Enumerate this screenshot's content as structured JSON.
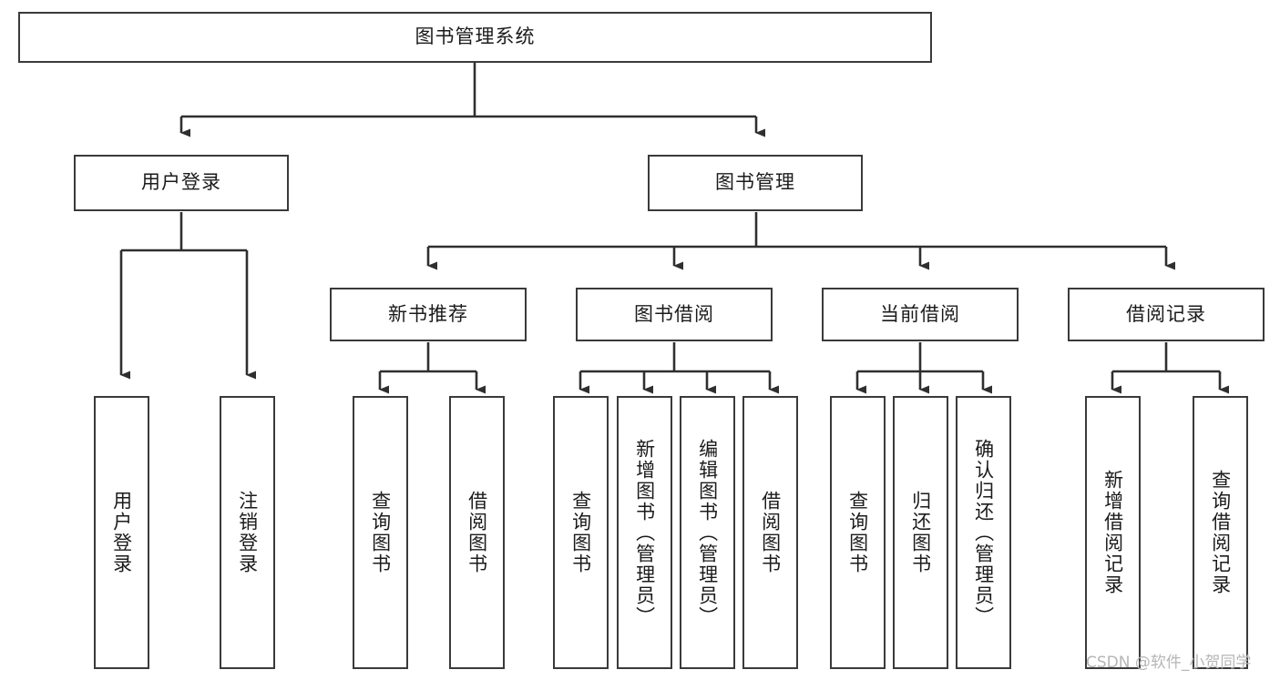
{
  "diagram": {
    "title": "图书管理系统",
    "type": "tree-hierarchy-chart",
    "colors": {
      "box_border": "#3a3a3a",
      "box_fill": "#ffffff",
      "connector": "#2f2f2f",
      "text": "#1b1b1b",
      "watermark": "#b6b6b6",
      "background": "#ffffff"
    },
    "root": {
      "id": "root",
      "label": "图书管理系统",
      "orientation": "horizontal"
    },
    "level2": [
      {
        "id": "user-login",
        "label": "用户登录",
        "orientation": "horizontal"
      },
      {
        "id": "book-management",
        "label": "图书管理",
        "orientation": "horizontal"
      }
    ],
    "level3": [
      {
        "id": "new-book-recommend",
        "label": "新书推荐",
        "orientation": "horizontal"
      },
      {
        "id": "book-borrow",
        "label": "图书借阅",
        "orientation": "horizontal"
      },
      {
        "id": "current-borrow",
        "label": "当前借阅",
        "orientation": "horizontal"
      },
      {
        "id": "borrow-record",
        "label": "借阅记录",
        "orientation": "horizontal"
      }
    ],
    "leaves": {
      "user_login": [
        {
          "id": "leaf-user-login",
          "label": "用户登录"
        },
        {
          "id": "leaf-logout-login",
          "label": "注销登录"
        }
      ],
      "new_book_recommend": [
        {
          "id": "leaf-query-book-1",
          "label": "查询图书"
        },
        {
          "id": "leaf-borrow-book-1",
          "label": "借阅图书"
        }
      ],
      "book_borrow": [
        {
          "id": "leaf-query-book-2",
          "label": "查询图书"
        },
        {
          "id": "leaf-add-book",
          "label": "新增图书（管理员）"
        },
        {
          "id": "leaf-edit-book",
          "label": "编辑图书（管理员）"
        },
        {
          "id": "leaf-borrow-book-2",
          "label": "借阅图书"
        }
      ],
      "current_borrow": [
        {
          "id": "leaf-query-book-3",
          "label": "查询图书"
        },
        {
          "id": "leaf-return-book",
          "label": "归还图书"
        },
        {
          "id": "leaf-confirm-return",
          "label": "确认归还（管理员）"
        }
      ],
      "borrow_record": [
        {
          "id": "leaf-add-record",
          "label": "新增借阅记录"
        },
        {
          "id": "leaf-query-record",
          "label": "查询借阅记录"
        }
      ]
    },
    "watermark": "CSDN @软件_小贺同学"
  }
}
